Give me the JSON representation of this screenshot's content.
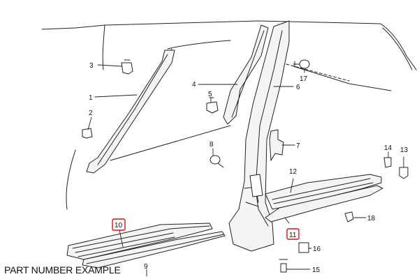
{
  "caption": "PART NUMBER EXAMPLE",
  "colors": {
    "line": "#222222",
    "highlight": "#dd1111",
    "fill": "#f4f4f4"
  },
  "callouts": [
    {
      "id": "c1",
      "label": "1"
    },
    {
      "id": "c2",
      "label": "2"
    },
    {
      "id": "c3",
      "label": "3"
    },
    {
      "id": "c4",
      "label": "4"
    },
    {
      "id": "c5",
      "label": "5"
    },
    {
      "id": "c6",
      "label": "6"
    },
    {
      "id": "c7",
      "label": "7"
    },
    {
      "id": "c8",
      "label": "8"
    },
    {
      "id": "c9",
      "label": "9"
    },
    {
      "id": "c10",
      "label": "10",
      "highlighted": true
    },
    {
      "id": "c11",
      "label": "11",
      "highlighted": true
    },
    {
      "id": "c12",
      "label": "12"
    },
    {
      "id": "c13",
      "label": "13"
    },
    {
      "id": "c14",
      "label": "14"
    },
    {
      "id": "c15",
      "label": "15"
    },
    {
      "id": "c16",
      "label": "16"
    },
    {
      "id": "c17",
      "label": "17"
    },
    {
      "id": "c18",
      "label": "18"
    }
  ]
}
